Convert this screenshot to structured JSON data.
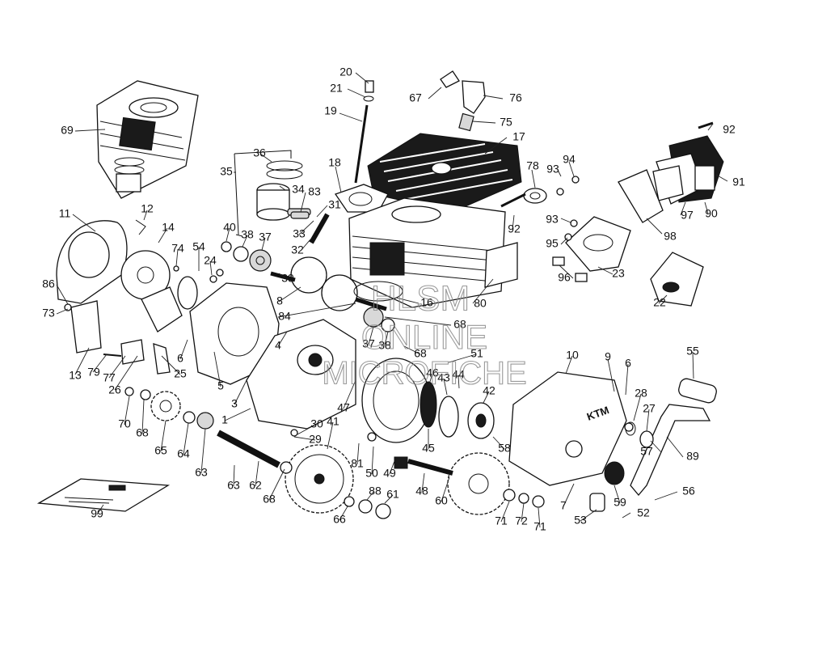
{
  "watermark": {
    "line1": "HLSM",
    "line2": "ONLINE",
    "line3": "MICROFICHE"
  },
  "brand_on_cover": "KTM",
  "part_numbers": [
    "20",
    "21",
    "67",
    "76",
    "19",
    "75",
    "17",
    "92",
    "69",
    "36",
    "18",
    "78",
    "93",
    "94",
    "35",
    "34",
    "83",
    "91",
    "12",
    "31",
    "97",
    "90",
    "11",
    "14",
    "33",
    "40",
    "38",
    "37",
    "93",
    "92",
    "98",
    "74",
    "54",
    "32",
    "95",
    "24",
    "96",
    "23",
    "86",
    "39",
    "22",
    "16",
    "80",
    "73",
    "8",
    "84",
    "68",
    "37",
    "38",
    "68",
    "6",
    "4",
    "51",
    "10",
    "9",
    "6",
    "55",
    "13",
    "79",
    "77",
    "26",
    "25",
    "46",
    "43",
    "44",
    "42",
    "28",
    "27",
    "5",
    "3",
    "47",
    "41",
    "70",
    "68",
    "65",
    "64",
    "63",
    "1",
    "30",
    "29",
    "81",
    "50",
    "49",
    "45",
    "58",
    "57",
    "89",
    "63",
    "62",
    "68",
    "88",
    "61",
    "48",
    "60",
    "72",
    "7",
    "59",
    "56",
    "66",
    "71",
    "71",
    "53",
    "52",
    "99"
  ]
}
